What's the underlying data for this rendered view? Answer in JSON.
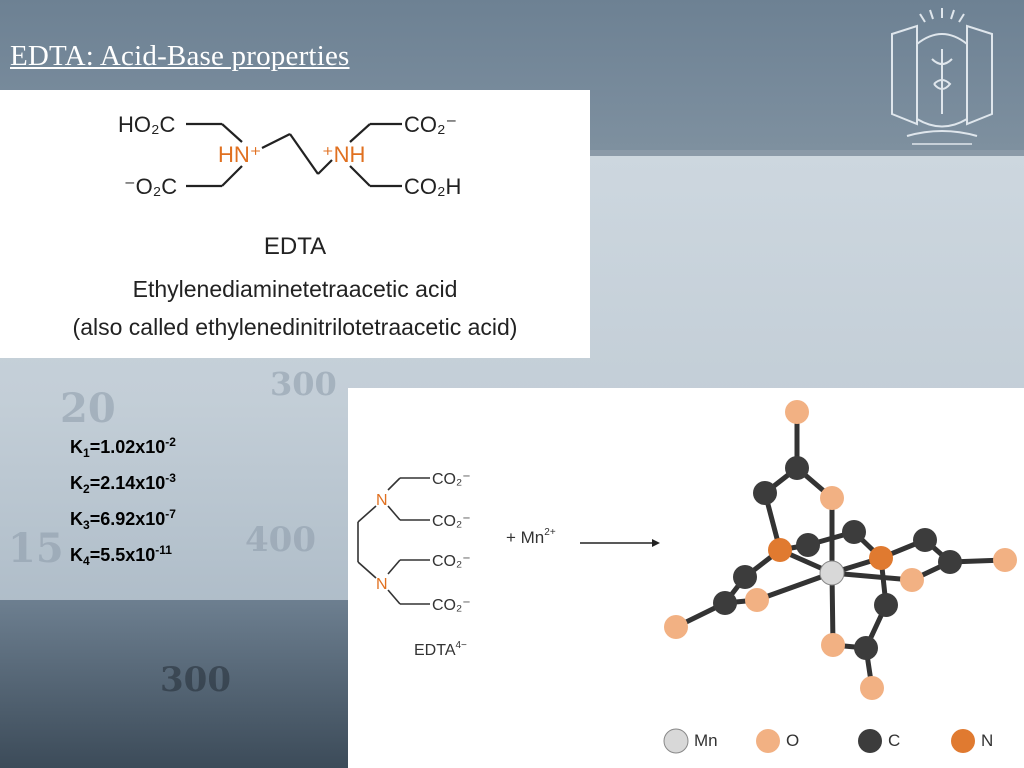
{
  "slide": {
    "title": "EDTA: Acid-Base properties"
  },
  "structure": {
    "top_left": "HO₂C",
    "bottom_left": "⁻O₂C",
    "top_right": "CO₂⁻",
    "bottom_right": "CO₂H",
    "amine_left": "HN⁺",
    "amine_right": "⁺NH",
    "name": "EDTA",
    "full_name": "Ethylenediaminetetraacetic acid",
    "alt_name": "(also called ethylenedinitrilotetraacetic acid)"
  },
  "constants": [
    {
      "symbol": "K",
      "index": "1",
      "mantissa": "=1.02x10",
      "exponent": "-2"
    },
    {
      "symbol": "K",
      "index": "2",
      "mantissa": "=2.14x10",
      "exponent": "-3"
    },
    {
      "symbol": "K",
      "index": "3",
      "mantissa": "=6.92x10",
      "exponent": "-7"
    },
    {
      "symbol": "K",
      "index": "4",
      "mantissa": "=5.5x10",
      "exponent": "-11"
    }
  ],
  "reaction": {
    "ligand_label": "EDTA",
    "ligand_charge": "4−",
    "reagent_prefix": "+ Mn",
    "reagent_charge": "2+",
    "groups": [
      "CO₂⁻",
      "CO₂⁻",
      "CO₂⁻",
      "CO₂⁻"
    ],
    "nitrogen": "N"
  },
  "legend": [
    {
      "label": "Mn",
      "color": "#d8d8d8"
    },
    {
      "label": "O",
      "color": "#f2b183"
    },
    {
      "label": "C",
      "color": "#3c3c3c"
    },
    {
      "label": "N",
      "color": "#e07a30"
    }
  ],
  "colors": {
    "nitrogen_text": "#e07020",
    "oxygen_text": "#e07020"
  }
}
